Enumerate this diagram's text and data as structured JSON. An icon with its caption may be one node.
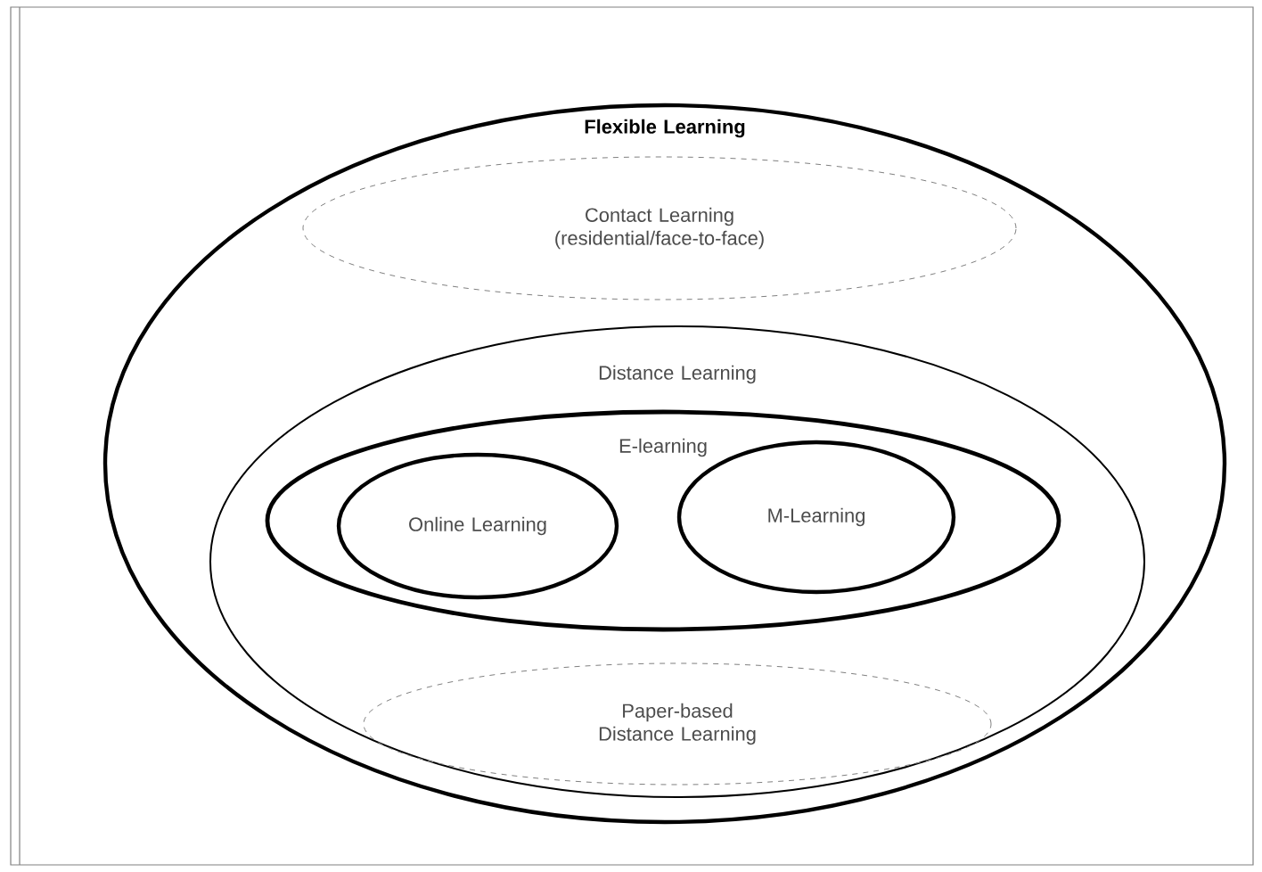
{
  "diagram": {
    "nodes": [
      {
        "text": [
          "Flexible Learning"
        ]
      },
      {
        "text": [
          "Contact Learning (residential/face-to-face)"
        ],
        "in": 0
      },
      {
        "text": [
          "Distance Learning"
        ],
        "in": 0
      },
      {
        "text": [
          "E-learning"
        ],
        "in": 2
      },
      {
        "text": [
          "Online Learning"
        ],
        "in": 3
      },
      {
        "text": [
          "M-Learning"
        ],
        "in": 3
      },
      {
        "text": [
          "Paper-based Distance Learning"
        ],
        "in": 2
      }
    ]
  }
}
